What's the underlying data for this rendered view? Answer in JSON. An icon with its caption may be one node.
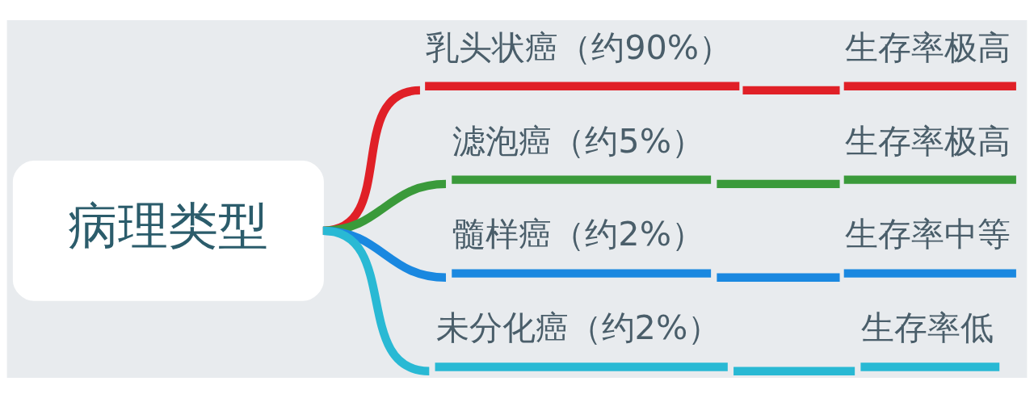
{
  "diagram": {
    "nodes": [
      {
        "text": [
          "病理类型"
        ]
      },
      {
        "text": [
          "乳头状癌（约90%）"
        ]
      },
      {
        "text": [
          "滤泡癌（约5%）"
        ]
      },
      {
        "text": [
          "髓样癌（约2%）"
        ]
      },
      {
        "text": [
          "未分化癌（约2%）"
        ]
      },
      {
        "text": [
          "生存率极高"
        ]
      },
      {
        "text": [
          "生存率极高"
        ]
      },
      {
        "text": [
          "生存率中等"
        ]
      },
      {
        "text": [
          "生存率低"
        ]
      }
    ],
    "edges": [
      {
        "from": 0,
        "to": 1,
        "arrow": "none",
        "color": "#e02027"
      },
      {
        "from": 0,
        "to": 2,
        "arrow": "none",
        "color": "#3a9a3a"
      },
      {
        "from": 0,
        "to": 3,
        "arrow": "none",
        "color": "#1a88e0"
      },
      {
        "from": 0,
        "to": 4,
        "arrow": "none",
        "color": "#29b9d4"
      },
      {
        "from": 1,
        "to": 5,
        "arrow": "none",
        "color": "#e02027"
      },
      {
        "from": 2,
        "to": 6,
        "arrow": "none",
        "color": "#3a9a3a"
      },
      {
        "from": 3,
        "to": 7,
        "arrow": "none",
        "color": "#1a88e0"
      },
      {
        "from": 4,
        "to": 8,
        "arrow": "none",
        "color": "#29b9d4"
      }
    ]
  }
}
